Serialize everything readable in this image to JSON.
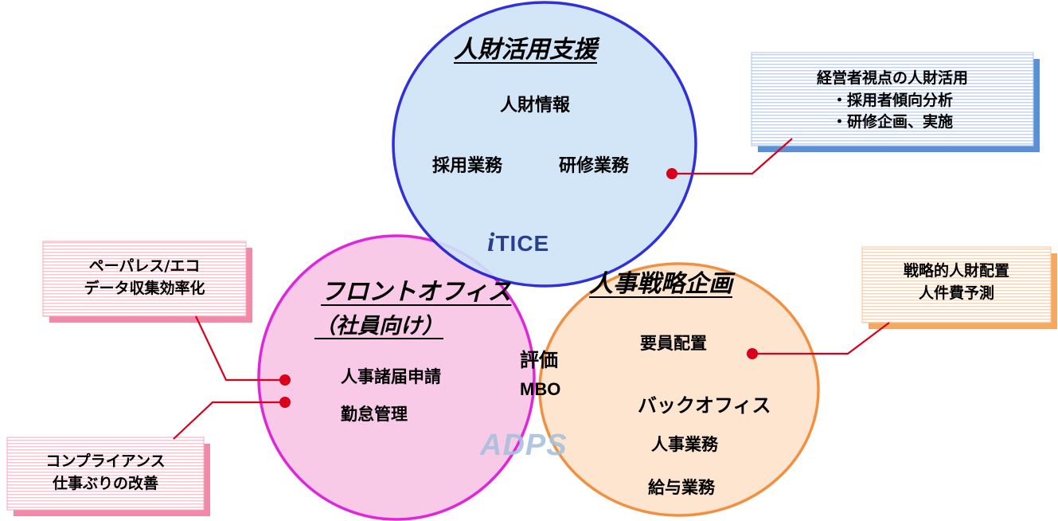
{
  "circles": {
    "top": {
      "title": "人財活用支援",
      "items": [
        "人財情報",
        "採用業務",
        "研修業務"
      ],
      "logo": "iTICE",
      "fill": "#cfe4f8",
      "stroke": "#1a1ad8"
    },
    "left": {
      "title_line1": "フロントオフィス",
      "title_line2": "（社員向け）",
      "items": [
        "人事諸届申請",
        "勤怠管理"
      ],
      "fill": "#f9c8e8",
      "stroke": "#e020d8"
    },
    "right": {
      "title": "人事戦略企画",
      "items": [
        "要員配置",
        "バックオフィス",
        "人事業務",
        "給与業務"
      ],
      "logo": "ADPS",
      "fill": "#fde0c6",
      "stroke": "#f07818"
    },
    "overlap": {
      "line1": "評価",
      "line2": "MBO"
    }
  },
  "callouts": {
    "top_right": {
      "lines": [
        "経営者視点の人財活用",
        "・採用者傾向分析",
        "・研修企画、実施"
      ],
      "color": "#5b8fd6"
    },
    "left_top": {
      "lines": [
        "ペーパレス/エコ",
        "データ収集効率化"
      ],
      "color": "#f08aa8"
    },
    "left_bottom": {
      "lines": [
        "コンプライアンス",
        "仕事ぶりの改善"
      ],
      "color": "#f08aa8"
    },
    "right": {
      "lines": [
        "戦略的人財配置",
        "人件費予測"
      ],
      "color": "#f5a860"
    }
  },
  "colors": {
    "connector": "#d8001a"
  }
}
